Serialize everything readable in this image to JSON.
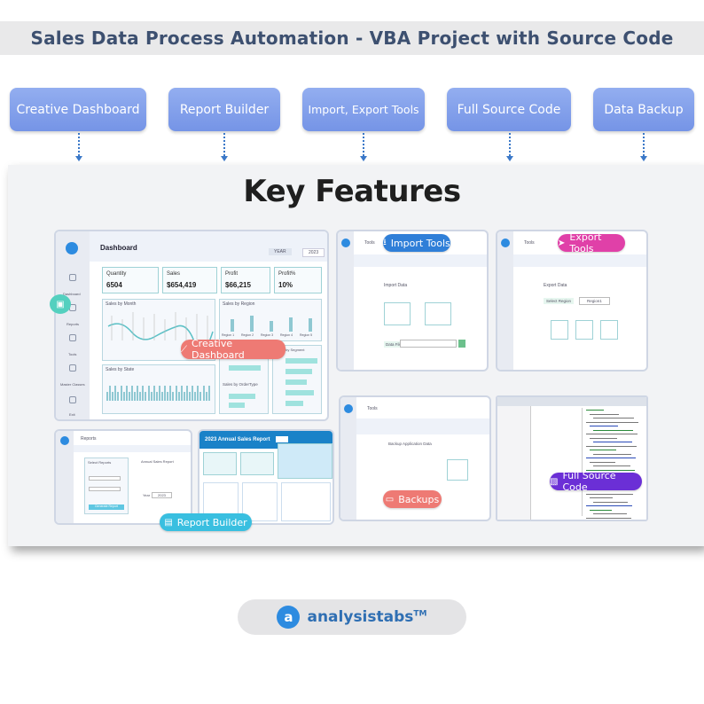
{
  "banner": {
    "title": "Sales Data Process Automation -  VBA Project with Source Code"
  },
  "features": [
    {
      "label": "Creative Dashboard"
    },
    {
      "label": "Report Builder"
    },
    {
      "label": "Import, Export Tools"
    },
    {
      "label": "Full Source Code"
    },
    {
      "label": "Data Backup"
    }
  ],
  "key_features": {
    "title": "Key Features"
  },
  "dashboard": {
    "title": "Dashboard",
    "year_label": "YEAR",
    "year_value": "2023",
    "kpis": [
      {
        "label": "Quantity",
        "value": "6504"
      },
      {
        "label": "Sales",
        "value": "$654,419"
      },
      {
        "label": "Profit",
        "value": "$66,215"
      },
      {
        "label": "Profit%",
        "value": "10%"
      }
    ],
    "sales_by_month": "Sales by Month",
    "sales_by_region": "Sales by Region",
    "sales_by_state": "Sales by State",
    "sales_by_segment": "Sales by Segment",
    "sales_by_ordertype": "Sales by OrderType",
    "sidebar_labels": [
      "Dashboard",
      "Reports",
      "Tools",
      "Master Classes",
      "Exit"
    ],
    "regions": [
      "Region 1",
      "Region 2",
      "Region 3",
      "Region 4",
      "Region 5"
    ]
  },
  "badges": {
    "creative_dashboard": "Creative Dashboard",
    "import_tools": "Import Tools",
    "export_tools": "Export Tools",
    "backups": "Backups",
    "full_source_code": "Full Source Code",
    "report_builder": "Report Builder"
  },
  "colors": {
    "feature_button": "#7f9ce8",
    "import_badge": "#2f7fd8",
    "export_badge": "#e040a8",
    "dashboard_badge": "#ee7a74",
    "backups_badge": "#ee7a74",
    "source_badge": "#6b2fd6",
    "report_badge": "#39bfe0",
    "logo_blue": "#2d8be0"
  },
  "import_panel": {
    "tools_label": "Tools",
    "section": "Import Data",
    "file_label": "Data File"
  },
  "export_panel": {
    "tools_label": "Tools",
    "section": "Export Data",
    "select_region": "Select Region",
    "region_value": "Region1"
  },
  "reports_panel": {
    "title": "Reports",
    "select_reports": "Select Reports",
    "annual_report": "Annual Sales Report",
    "year_label": "Year",
    "year_value": "2023",
    "generate": "Generate Report"
  },
  "annual_report": {
    "title": "2023 Annual Sales Report"
  },
  "backup_panel": {
    "tools_label": "Tools",
    "section": "Backup Application Data"
  },
  "logo": {
    "text": "analysistabs",
    "tm": "TM",
    "mark": "a"
  }
}
